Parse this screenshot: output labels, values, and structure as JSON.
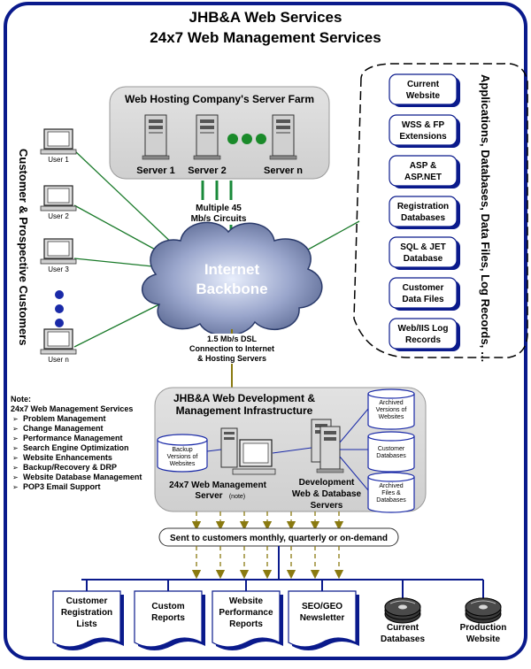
{
  "header": {
    "title_line1": "JHB&A Web Services",
    "title_line2": "24x7 Web Management Services"
  },
  "server_farm": {
    "title": "Web Hosting Company's Server Farm",
    "servers": [
      "Server 1",
      "Server 2",
      "Server n"
    ]
  },
  "applications": {
    "side_label": "Applications, Databases, Data Files, Log Records, …",
    "items": [
      [
        "Current",
        "Website"
      ],
      [
        "WSS & FP",
        "Extensions"
      ],
      [
        "ASP &",
        "ASP.NET"
      ],
      [
        "Registration",
        "Databases"
      ],
      [
        "SQL & JET",
        "Database"
      ],
      [
        "Customer",
        "Data Files"
      ],
      [
        "Web/IIS Log",
        "Records"
      ]
    ]
  },
  "customers": {
    "side_label": "Customer & Prospective Customers",
    "users": [
      "User 1",
      "User 2",
      "User 3",
      "User n"
    ]
  },
  "circuits_label": [
    "Multiple 45",
    "Mb/s Circuits"
  ],
  "cloud": {
    "line1": "Internet",
    "line2": "Backbone"
  },
  "dsl_label": [
    "1.5 Mb/s DSL",
    "Connection to Internet",
    "& Hosting Servers"
  ],
  "note": {
    "title": "Note:",
    "subtitle": "24x7 Web Management Services",
    "items": [
      "Problem Management",
      "Change Management",
      "Performance Management",
      "Search Engine Optimization",
      "Website Enhancements",
      "Backup/Recovery & DRP",
      "Website Database Management",
      "POP3 Email Support"
    ],
    "bullet": "➢"
  },
  "dev_infra": {
    "title_line1": "JHB&A Web Development &",
    "title_line2": "Management Infrastructure",
    "backup_db": [
      "Backup",
      "Versions of",
      "Websites"
    ],
    "mgmt_server": [
      "24x7 Web Management",
      "Server "
    ],
    "mgmt_note": "(note)",
    "dev_servers": [
      "Development",
      "Web & Database",
      "Servers"
    ],
    "archived_dbs": [
      [
        "Archived",
        "Versions of",
        "Websites"
      ],
      [
        "Customer",
        "Databases"
      ],
      [
        "Archived",
        "Files &",
        "Databases"
      ]
    ]
  },
  "sent_label": "Sent to customers monthly, quarterly or on-demand",
  "outputs": {
    "documents": [
      [
        "Customer",
        "Registration",
        "Lists"
      ],
      [
        "Custom",
        "Reports"
      ],
      [
        "Website",
        "Performance",
        "Reports"
      ],
      [
        "SEO/GEO",
        "Newsletter"
      ]
    ],
    "discs": [
      [
        "Current",
        "Databases"
      ],
      [
        "Production",
        "Website"
      ]
    ]
  },
  "colors": {
    "navy": "#0a1a8c",
    "panel_gray": "#d4d4d4",
    "green_line": "#1a7a2a",
    "olive_line": "#8a7a10",
    "cloud_blue": "#5a6a9a"
  }
}
